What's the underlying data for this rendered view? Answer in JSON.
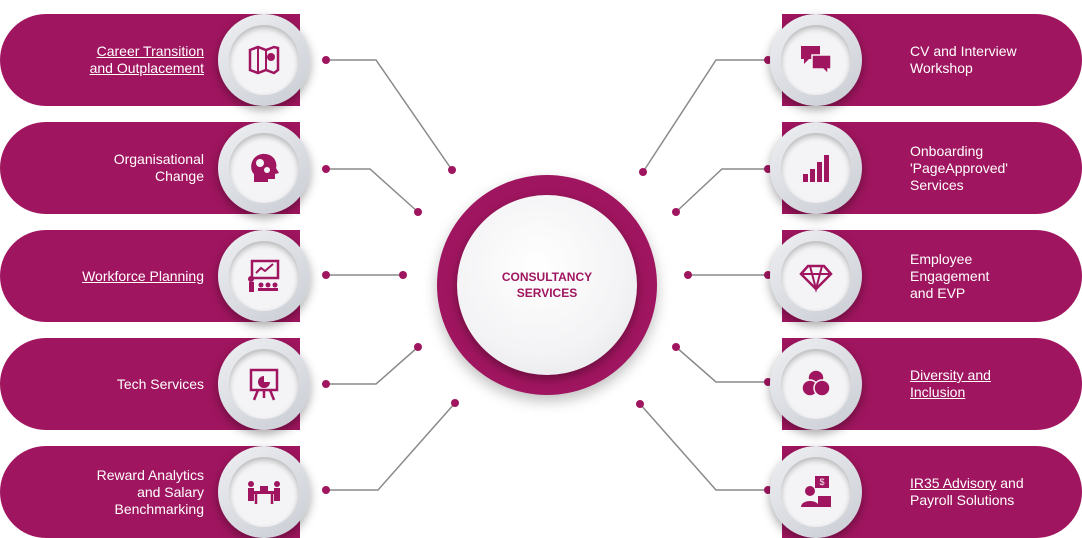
{
  "hub": {
    "line1": "CONSULTANCY",
    "line2": "SERVICES"
  },
  "colors": {
    "accent": "#a0155f",
    "ring": "#d7d9de",
    "connector": "#8a8a8a"
  },
  "left_services": [
    {
      "lines": [
        "Career Transition",
        "and Outplacement"
      ],
      "icon": "map-icon",
      "underlined": true
    },
    {
      "lines": [
        "Organisational",
        "Change"
      ],
      "icon": "head-gears-icon",
      "underlined": false
    },
    {
      "lines": [
        "Workforce Planning"
      ],
      "icon": "presentation-icon",
      "underlined": true
    },
    {
      "lines": [
        "Tech Services"
      ],
      "icon": "easel-chart-icon",
      "underlined": false
    },
    {
      "lines": [
        "Reward Analytics",
        "and Salary",
        "Benchmarking"
      ],
      "icon": "meeting-table-icon",
      "underlined": false
    }
  ],
  "right_services": [
    {
      "lines": [
        "CV and  Interview",
        "Workshop"
      ],
      "icon": "chat-bubbles-icon",
      "underlined": false
    },
    {
      "lines": [
        "Onboarding",
        "'PageApproved'",
        "Services"
      ],
      "icon": "bar-chart-icon",
      "underlined": false
    },
    {
      "lines": [
        "Employee",
        "Engagement",
        "and EVP"
      ],
      "icon": "diamond-icon",
      "underlined": false
    },
    {
      "lines": [
        "Diversity and",
        "Inclusion"
      ],
      "icon": "venn-icon",
      "underlined": true
    },
    {
      "lines": [
        "IR35 Advisory and",
        "Payroll Solutions"
      ],
      "icon": "advisor-icon",
      "underlined": false,
      "underline_part": "IR35 Advisory"
    }
  ]
}
